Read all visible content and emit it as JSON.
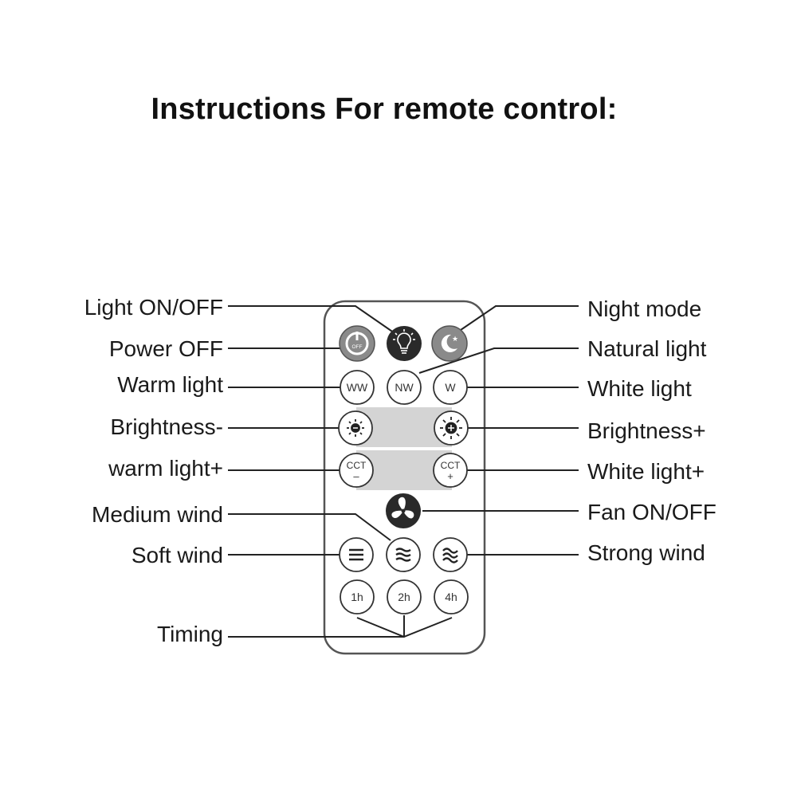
{
  "title": "Instructions For remote control:",
  "labels": {
    "light_on_off": "Light ON/OFF",
    "power_off": "Power OFF",
    "warm_light": "Warm light",
    "brightness_minus": "Brightness-",
    "warm_light_plus": "warm light+",
    "medium_wind": "Medium wind",
    "soft_wind": "Soft wind",
    "timing": "Timing",
    "night_mode": "Night mode",
    "natural_light": "Natural light",
    "white_light": "White light",
    "brightness_plus": "Brightness+",
    "white_light_plus": "White light+",
    "fan_on_off": "Fan ON/OFF",
    "strong_wind": "Strong wind"
  },
  "buttons": {
    "power_off": "OFF",
    "ww": "WW",
    "nw": "NW",
    "w": "W",
    "cct": "CCT",
    "cct_minus": "–",
    "cct_plus": "+",
    "t1": "1h",
    "t2": "2h",
    "t4": "4h"
  },
  "colors": {
    "line": "#222222",
    "button_fill_dark": "#2a2a2a",
    "button_fill_gray": "#8a8a8a",
    "panel_gray": "#d4d4d4",
    "remote_outline": "#555555"
  },
  "icons": {
    "power": "power-icon",
    "bulb": "light-bulb-icon",
    "night": "moon-star-icon",
    "brightness_down": "sun-minus-icon",
    "brightness_up": "sun-plus-icon",
    "fan": "fan-icon",
    "wind_soft": "wind-soft-icon",
    "wind_medium": "wind-medium-icon",
    "wind_strong": "wind-strong-icon"
  }
}
